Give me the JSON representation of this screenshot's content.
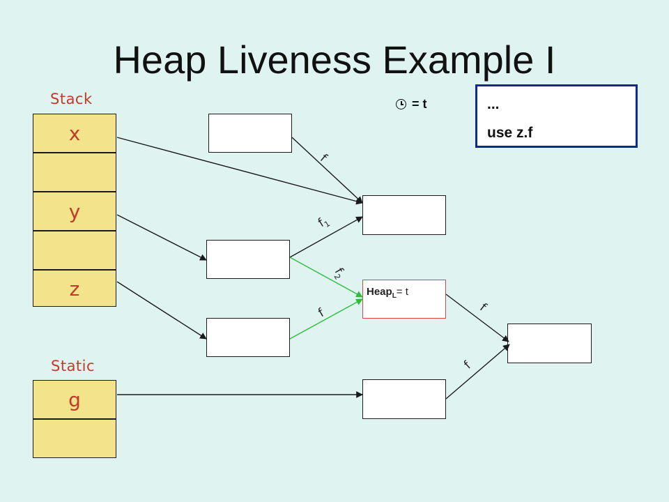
{
  "title": "Heap Liveness Example I",
  "stack": {
    "label": "Stack",
    "cells": [
      "x",
      "",
      "y",
      "",
      "z"
    ]
  },
  "static": {
    "label": "Static",
    "cells": [
      "g",
      ""
    ]
  },
  "legend": {
    "icon": "clock-icon",
    "text": "= t"
  },
  "code": {
    "lines": [
      "...",
      "use z.f"
    ]
  },
  "heap_live_box": {
    "name": "Heap",
    "subscript": "L",
    "value": "= t"
  },
  "edge_labels": {
    "top_f": "f",
    "f1_base": "f",
    "f1_sub": "1",
    "f2_base": "f",
    "f2_sub": "2",
    "green_f": "f",
    "right_upper_f": "f",
    "right_lower_f": "f"
  },
  "colors": {
    "background": "#dff4f0",
    "stack_cell": "#f3e38a",
    "label_red": "#c43a2a",
    "live_edge_green": "#2ebc3e",
    "live_box_border": "#d7473a",
    "code_box_border": "#0d2a8c"
  }
}
